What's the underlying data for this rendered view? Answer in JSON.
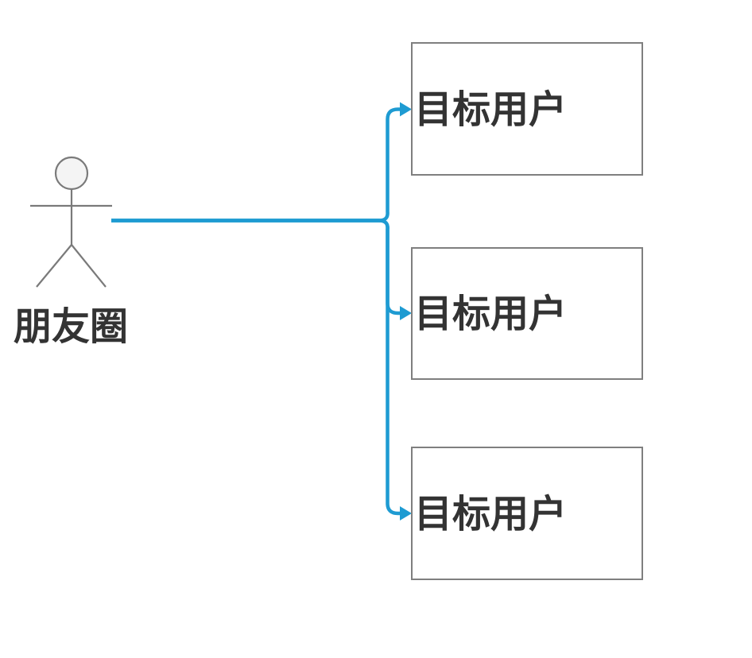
{
  "diagram": {
    "actor": {
      "label": "朋友圈"
    },
    "targets": [
      {
        "label": "目标用户"
      },
      {
        "label": "目标用户"
      },
      {
        "label": "目标用户"
      }
    ],
    "edges": [
      {
        "from": "actor",
        "to": "target-1",
        "style": "rounded",
        "arrow": "filled-triangle"
      },
      {
        "from": "actor",
        "to": "target-2",
        "style": "rounded",
        "arrow": "filled-triangle"
      },
      {
        "from": "actor",
        "to": "target-3",
        "style": "rounded",
        "arrow": "filled-triangle"
      }
    ],
    "colors": {
      "connector": "#1E9BD2",
      "box_border": "#7F7F7F",
      "box_fill": "#FFFFFF",
      "actor_stroke": "#7A7A7A",
      "actor_head_fill": "#F4F4F4",
      "label_text": "#333333",
      "background": "#FFFFFF"
    }
  }
}
